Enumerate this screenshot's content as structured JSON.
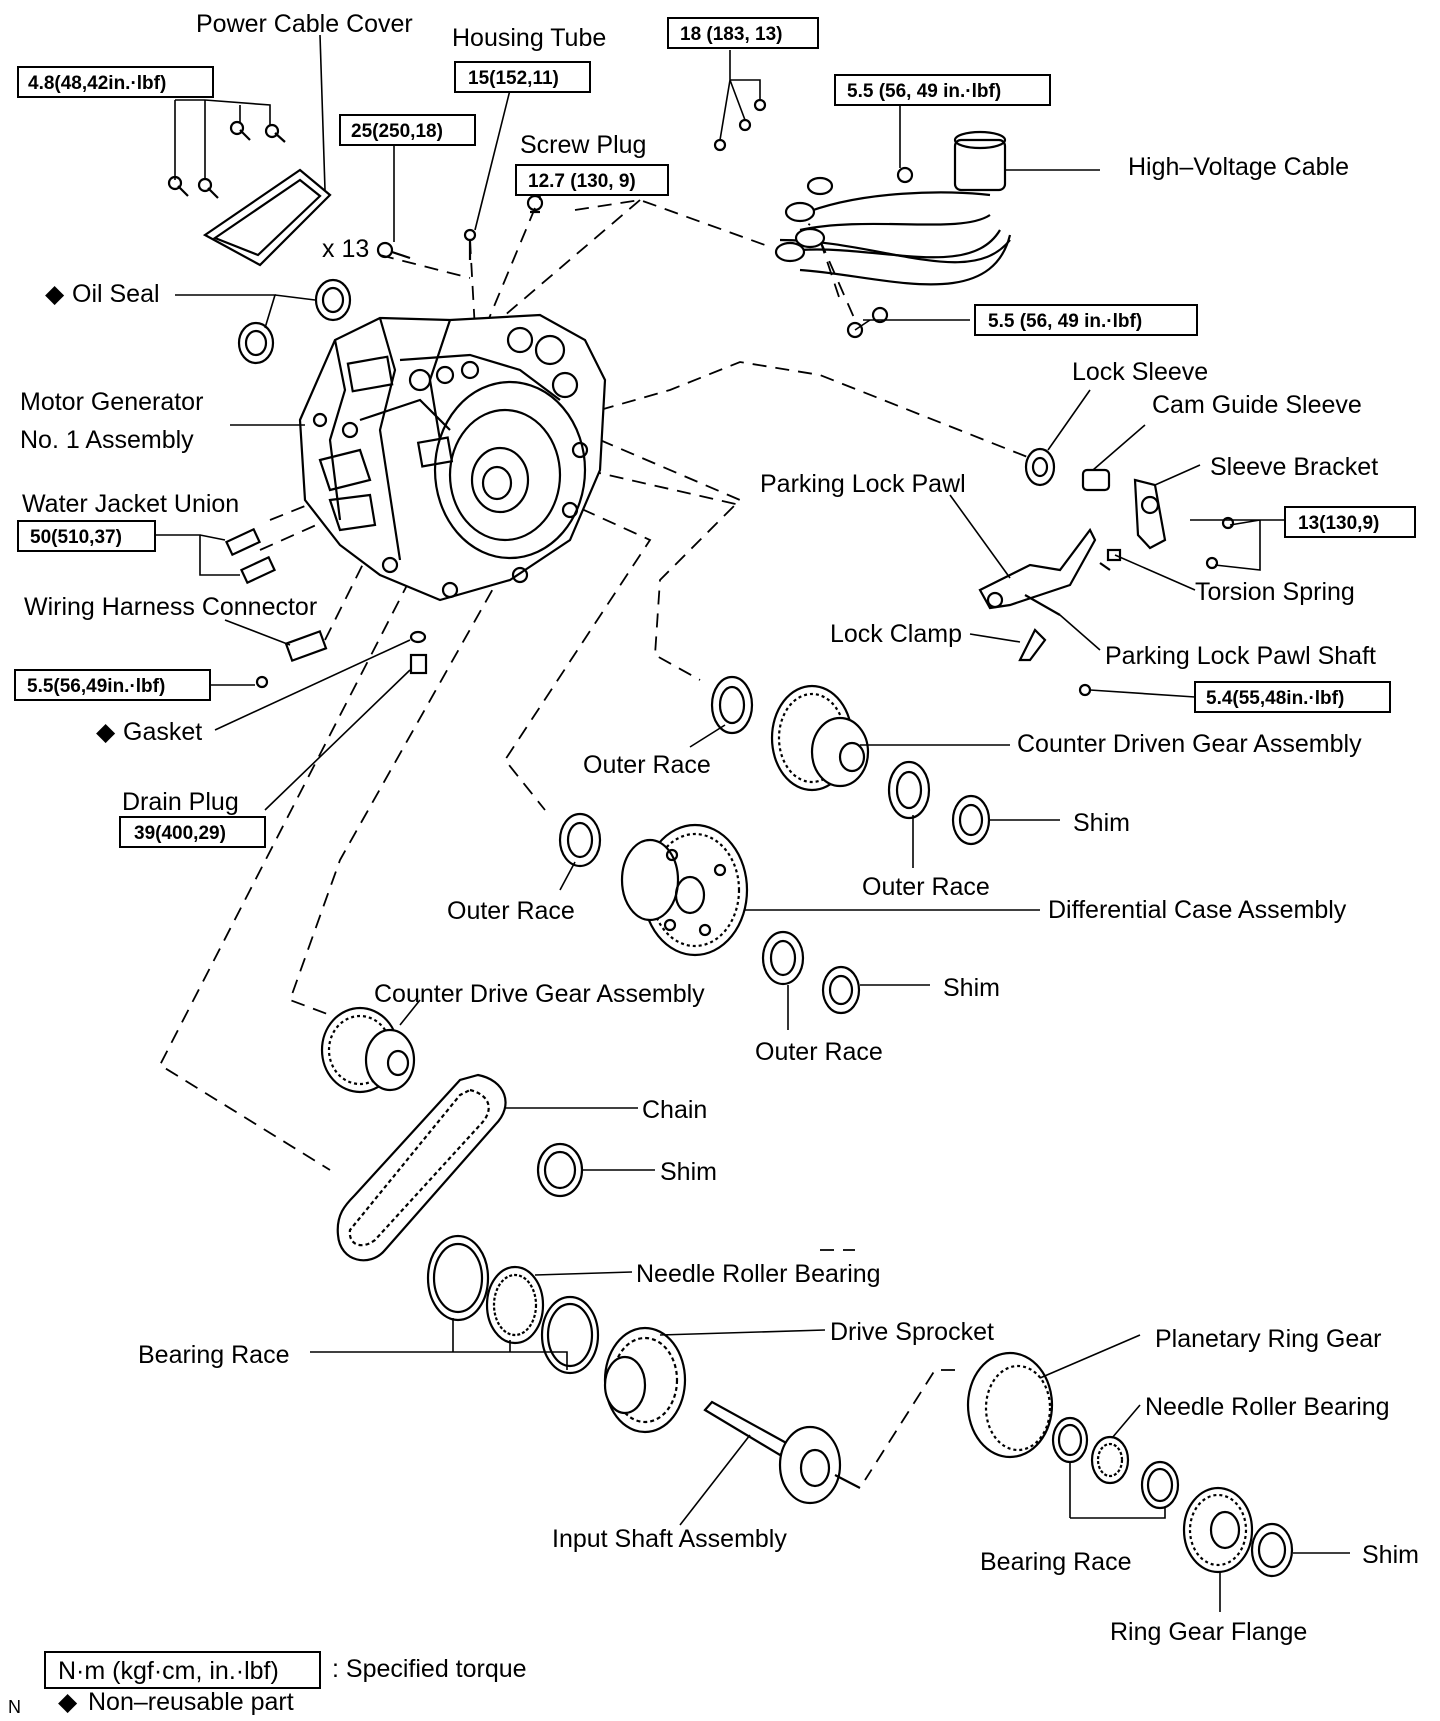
{
  "labels": {
    "power_cable_cover": "Power Cable Cover",
    "housing_tube": "Housing Tube",
    "screw_plug": "Screw Plug",
    "high_voltage_cable": "High–Voltage Cable",
    "oil_seal": "Oil Seal",
    "x13": "x 13",
    "motor_generator_1": "Motor Generator",
    "motor_generator_2": "No. 1 Assembly",
    "water_jacket_union": "Water Jacket Union",
    "wiring_harness_connector": "Wiring Harness Connector",
    "gasket": "Gasket",
    "drain_plug": "Drain Plug",
    "lock_sleeve": "Lock Sleeve",
    "cam_guide_sleeve": "Cam Guide Sleeve",
    "sleeve_bracket": "Sleeve Bracket",
    "parking_lock_pawl": "Parking Lock Pawl",
    "torsion_spring": "Torsion Spring",
    "lock_clamp": "Lock Clamp",
    "parking_lock_pawl_shaft": "Parking Lock Pawl Shaft",
    "outer_race_1": "Outer Race",
    "counter_driven_gear_assembly": "Counter Driven Gear Assembly",
    "shim_1": "Shim",
    "outer_race_2": "Outer Race",
    "outer_race_3": "Outer Race",
    "differential_case_assembly": "Differential Case Assembly",
    "shim_2": "Shim",
    "counter_drive_gear_assembly": "Counter Drive Gear Assembly",
    "outer_race_4": "Outer Race",
    "chain": "Chain",
    "shim_3": "Shim",
    "needle_roller_bearing_1": "Needle Roller Bearing",
    "bearing_race_1": "Bearing Race",
    "drive_sprocket": "Drive Sprocket",
    "planetary_ring_gear": "Planetary Ring Gear",
    "needle_roller_bearing_2": "Needle Roller Bearing",
    "input_shaft_assembly": "Input Shaft Assembly",
    "bearing_race_2": "Bearing Race",
    "shim_4": "Shim",
    "ring_gear_flange": "Ring Gear Flange"
  },
  "torques": {
    "power_cable_cover": "4.8(48,42in.·lbf)",
    "housing_tube": "15(152,11)",
    "bolts_x13": "25(250,18)",
    "screw_plug": "12.7 (130, 9)",
    "cable_bolts_top": "18 (183, 13)",
    "cable_bolt_mid": "5.5 (56, 49 in.·lbf)",
    "cable_bolts_low": "5.5 (56, 49 in.·lbf)",
    "water_jacket_union": "50(510,37)",
    "wiring_harness_connector": "5.5(56,49in.·lbf)",
    "drain_plug": "39(400,29)",
    "sleeve_bracket": "13(130,9)",
    "lock_clamp": "5.4(55,48in.·lbf)"
  },
  "legend": {
    "torque_box": "N·m (kgf·cm, in.·lbf)",
    "torque_desc": ": Specified torque",
    "non_reusable": "Non–reusable part",
    "diamond": "◆"
  },
  "corner_code": "N"
}
